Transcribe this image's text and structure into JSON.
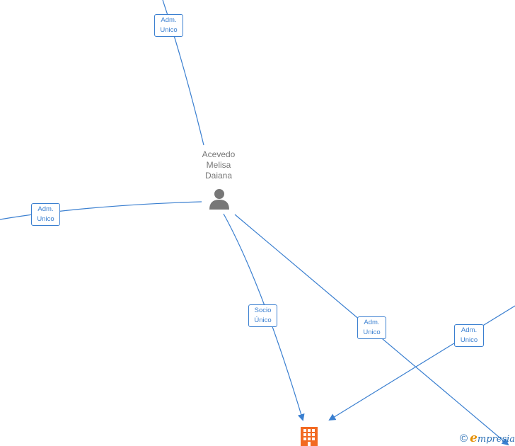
{
  "person": {
    "name_lines": [
      "Acevedo",
      "Melisa",
      "Daiana"
    ],
    "icon": "person-icon"
  },
  "company": {
    "icon": "building-icon",
    "color": "#f26a22"
  },
  "edges": [
    {
      "id": "top",
      "label_line1": "Adm.",
      "label_line2": "Unico"
    },
    {
      "id": "left",
      "label_line1": "Adm.",
      "label_line2": "Unico"
    },
    {
      "id": "socio",
      "label_line1": "Socio",
      "label_line2": "Único"
    },
    {
      "id": "mid",
      "label_line1": "Adm.",
      "label_line2": "Unico"
    },
    {
      "id": "right",
      "label_line1": "Adm.",
      "label_line2": "Unico"
    }
  ],
  "watermark": {
    "copyright": "©",
    "brand_initial": "e",
    "brand_rest": "mpresia"
  },
  "colors": {
    "edge": "#3a7fd0",
    "person": "#777777",
    "company": "#f26a22",
    "brand_accent": "#e69000"
  }
}
